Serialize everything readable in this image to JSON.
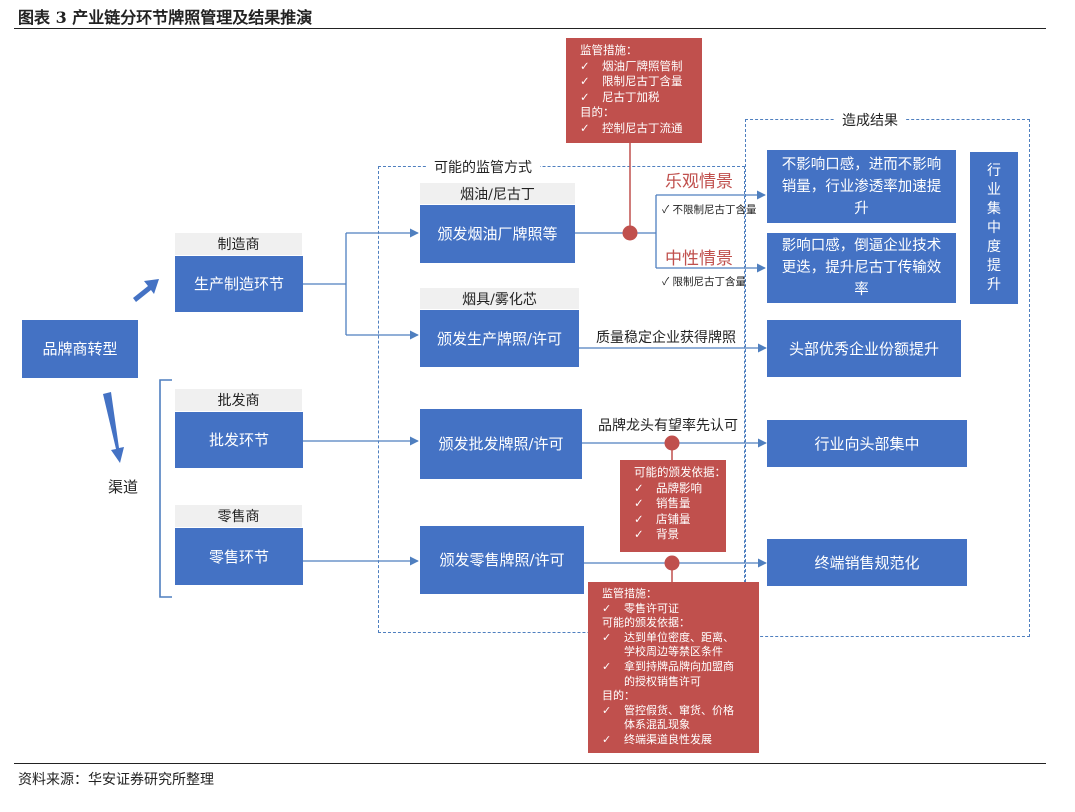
{
  "header": {
    "title": "图表 3 产业链分环节牌照管理及结果推演"
  },
  "footer": {
    "source": "资料来源：华安证券研究所整理"
  },
  "colors": {
    "box_blue": "#4472c4",
    "box_red": "#c0504d",
    "line_blue": "#4f7fbf",
    "header_rule": "#222222"
  },
  "diagram": {
    "root": "品牌商转型",
    "channel_label": "渠道",
    "stages": {
      "manufacturer_tag": "制造商",
      "manufacturer_box": "生产制造环节",
      "wholesale_tag": "批发商",
      "wholesale_box": "批发环节",
      "retail_tag": "零售商",
      "retail_box": "零售环节"
    },
    "regulation": {
      "frame_title": "可能的监管方式",
      "oil_tag": "烟油/尼古丁",
      "oil_box": "颁发烟油厂牌照等",
      "device_tag": "烟具/雾化芯",
      "device_box": "颁发生产牌照/许可",
      "wholesale_box": "颁发批发牌照/许可",
      "retail_box": "颁发零售牌照/许可"
    },
    "results": {
      "frame_title": "造成结果",
      "optimistic_label": "乐观情景",
      "optimistic_condition": "不限制尼古丁含量",
      "optimistic_box": "不影响口感，进而不影响销量，行业渗透率加速提升",
      "neutral_label": "中性情景",
      "neutral_condition": "限制尼古丁含量",
      "neutral_box": "影响口感，倒逼企业技术更迭，提升尼古丁传输效率",
      "concentration_box": "行业集中度提升",
      "head_share_label": "质量稳定企业获得牌照",
      "head_share_box": "头部优秀企业份额提升",
      "wholesale_label": "品牌龙头有望率先认可",
      "wholesale_result_box": "行业向头部集中",
      "retail_result_box": "终端销售规范化"
    },
    "notes": {
      "top": {
        "lines": [
          {
            "text": "监管措施：",
            "check": false
          },
          {
            "text": "烟油厂牌照管制",
            "check": true
          },
          {
            "text": "限制尼古丁含量",
            "check": true
          },
          {
            "text": "尼古丁加税",
            "check": true
          },
          {
            "text": "目的：",
            "check": false
          },
          {
            "text": "控制尼古丁流通",
            "check": true
          }
        ]
      },
      "middle": {
        "lines": [
          {
            "text": "可能的颁发依据：",
            "check": false
          },
          {
            "text": "品牌影响",
            "check": true
          },
          {
            "text": "销售量",
            "check": true
          },
          {
            "text": "店铺量",
            "check": true
          },
          {
            "text": "背景",
            "check": true
          }
        ]
      },
      "bottom": {
        "lines": [
          {
            "text": "监管措施：",
            "check": false
          },
          {
            "text": "零售许可证",
            "check": true
          },
          {
            "text": "可能的颁发依据：",
            "check": false
          },
          {
            "text": "达到单位密度、距离、",
            "check": true
          },
          {
            "text": "学校周边等禁区条件",
            "check": false,
            "indent": true
          },
          {
            "text": "拿到持牌品牌向加盟商",
            "check": true
          },
          {
            "text": "的授权销售许可",
            "check": false,
            "indent": true
          },
          {
            "text": "目的：",
            "check": false
          },
          {
            "text": "管控假货、窜货、价格",
            "check": true
          },
          {
            "text": "体系混乱现象",
            "check": false,
            "indent": true
          },
          {
            "text": "终端渠道良性发展",
            "check": true
          }
        ]
      }
    }
  }
}
